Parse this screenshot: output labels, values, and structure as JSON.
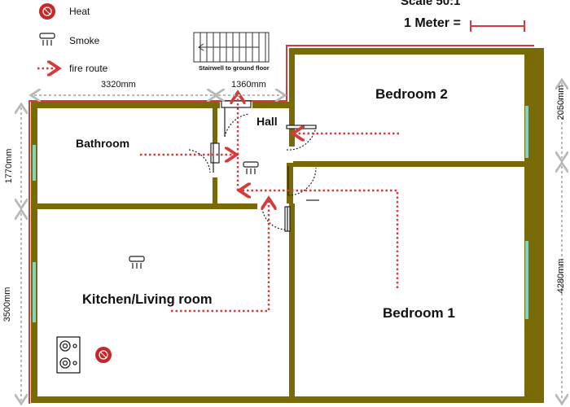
{
  "legend": {
    "heat": "Heat",
    "smoke": "Smoke",
    "fire_route": "fire route"
  },
  "scale": {
    "title": "Scale 50:1",
    "meter": "1 Meter ="
  },
  "stairwell_label": "Stairwell to ground floor",
  "rooms": {
    "bedroom2": "Bedroom 2",
    "hall": "Hall",
    "bathroom": "Bathroom",
    "kitchen": "Kitchen/Living room",
    "bedroom1": "Bedroom 1"
  },
  "dimensions": {
    "top_left": "3320mm",
    "top_mid": "1360mm",
    "right_top": "2050mm",
    "right_bottom": "4280mm",
    "left_top": "1770mm",
    "left_bottom": "3500mm"
  },
  "colors": {
    "wall": "#7a6a06",
    "outline": "#d93838",
    "route": "#d63b3b",
    "window": "#7fd6c4",
    "dim": "#b8b8b8"
  }
}
